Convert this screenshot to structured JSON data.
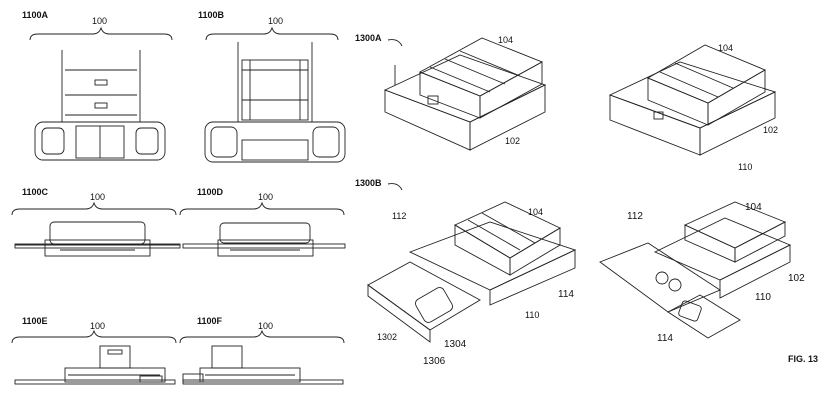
{
  "figure": {
    "title": "FIG. 13"
  },
  "views_1100": [
    {
      "id": "1100A",
      "ref": "100"
    },
    {
      "id": "1100B",
      "ref": "100"
    },
    {
      "id": "1100C",
      "ref": "100"
    },
    {
      "id": "1100D",
      "ref": "100"
    },
    {
      "id": "1100E",
      "ref": "100"
    },
    {
      "id": "1100F",
      "ref": "100"
    }
  ],
  "view_1300A": {
    "id": "1300A",
    "left": {
      "ref_top": "104",
      "ref_side": "102"
    },
    "right": {
      "ref_top": "104",
      "ref_side": "102",
      "ref_bottom": "110"
    }
  },
  "view_1300B": {
    "id": "1300B",
    "left": {
      "ref_112": "112",
      "ref_104": "104",
      "ref_114": "114",
      "ref_110": "110",
      "ref_1302": "1302",
      "ref_1304": "1304",
      "ref_1306": "1306"
    },
    "right": {
      "ref_112": "112",
      "ref_104": "104",
      "ref_102": "102",
      "ref_110": "110",
      "ref_114": "114"
    }
  }
}
